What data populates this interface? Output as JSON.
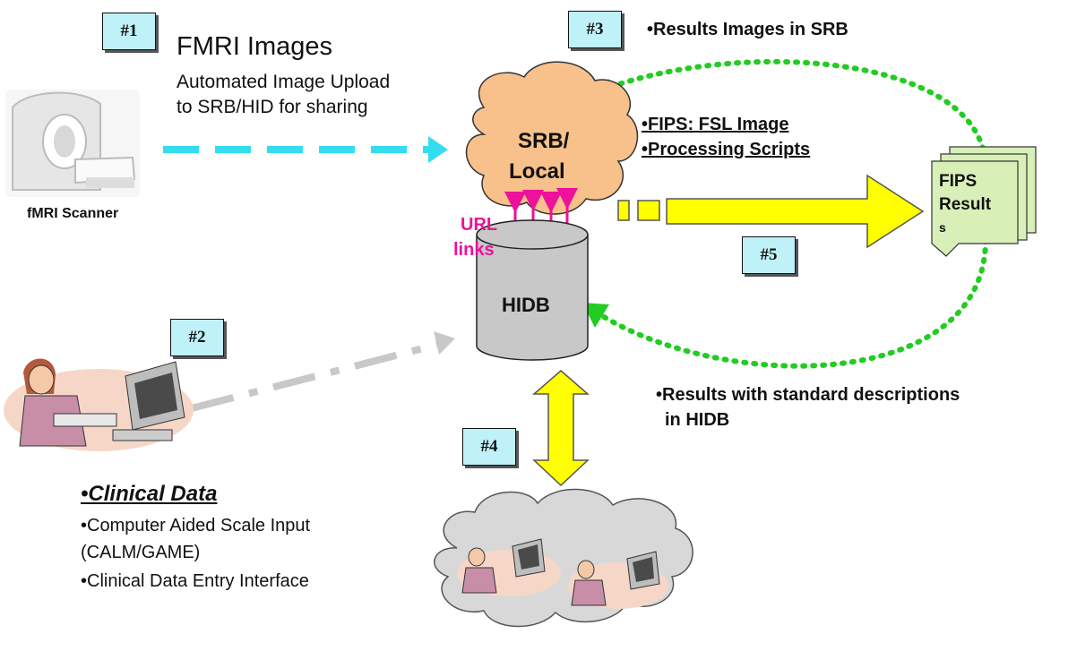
{
  "badges": {
    "b1": "#1",
    "b2": "#2",
    "b3": "#3",
    "b4": "#4",
    "b5": "#5"
  },
  "fmri": {
    "title": "FMRI Images",
    "line1": "Automated Image Upload",
    "line2": "to SRB/HID for sharing",
    "scanner_label": "fMRI Scanner"
  },
  "srb": {
    "line1": "SRB/",
    "line2": "Local"
  },
  "hidb": {
    "label": "HIDB"
  },
  "url_links": {
    "line1": "URL",
    "line2": "links"
  },
  "fips_notes": {
    "line1": "•FIPS: FSL Image",
    "line2": "•Processing Scripts"
  },
  "fips_doc": {
    "line1": "FIPS",
    "line2": "Result",
    "line3": "s"
  },
  "results_srb": "•Results Images in SRB",
  "results_hidb": {
    "line1": "•Results with standard descriptions",
    "line2": "in HIDB"
  },
  "clinical": {
    "title": "•Clinical Data",
    "line1": "•Computer Aided Scale Input",
    "line2": "(CALM/GAME)",
    "line3": "•Clinical Data Entry Interface"
  },
  "colors": {
    "badge_bg": "#bff1f8",
    "cloud_orange": "#f8c08a",
    "cylinder_gray": "#c8c8c8",
    "yellow_arrow": "#ffff00",
    "green_dots": "#22cc22",
    "cyan_dashes": "#33ddee",
    "magenta": "#ee1199",
    "doc_green": "#d8f0b8"
  }
}
